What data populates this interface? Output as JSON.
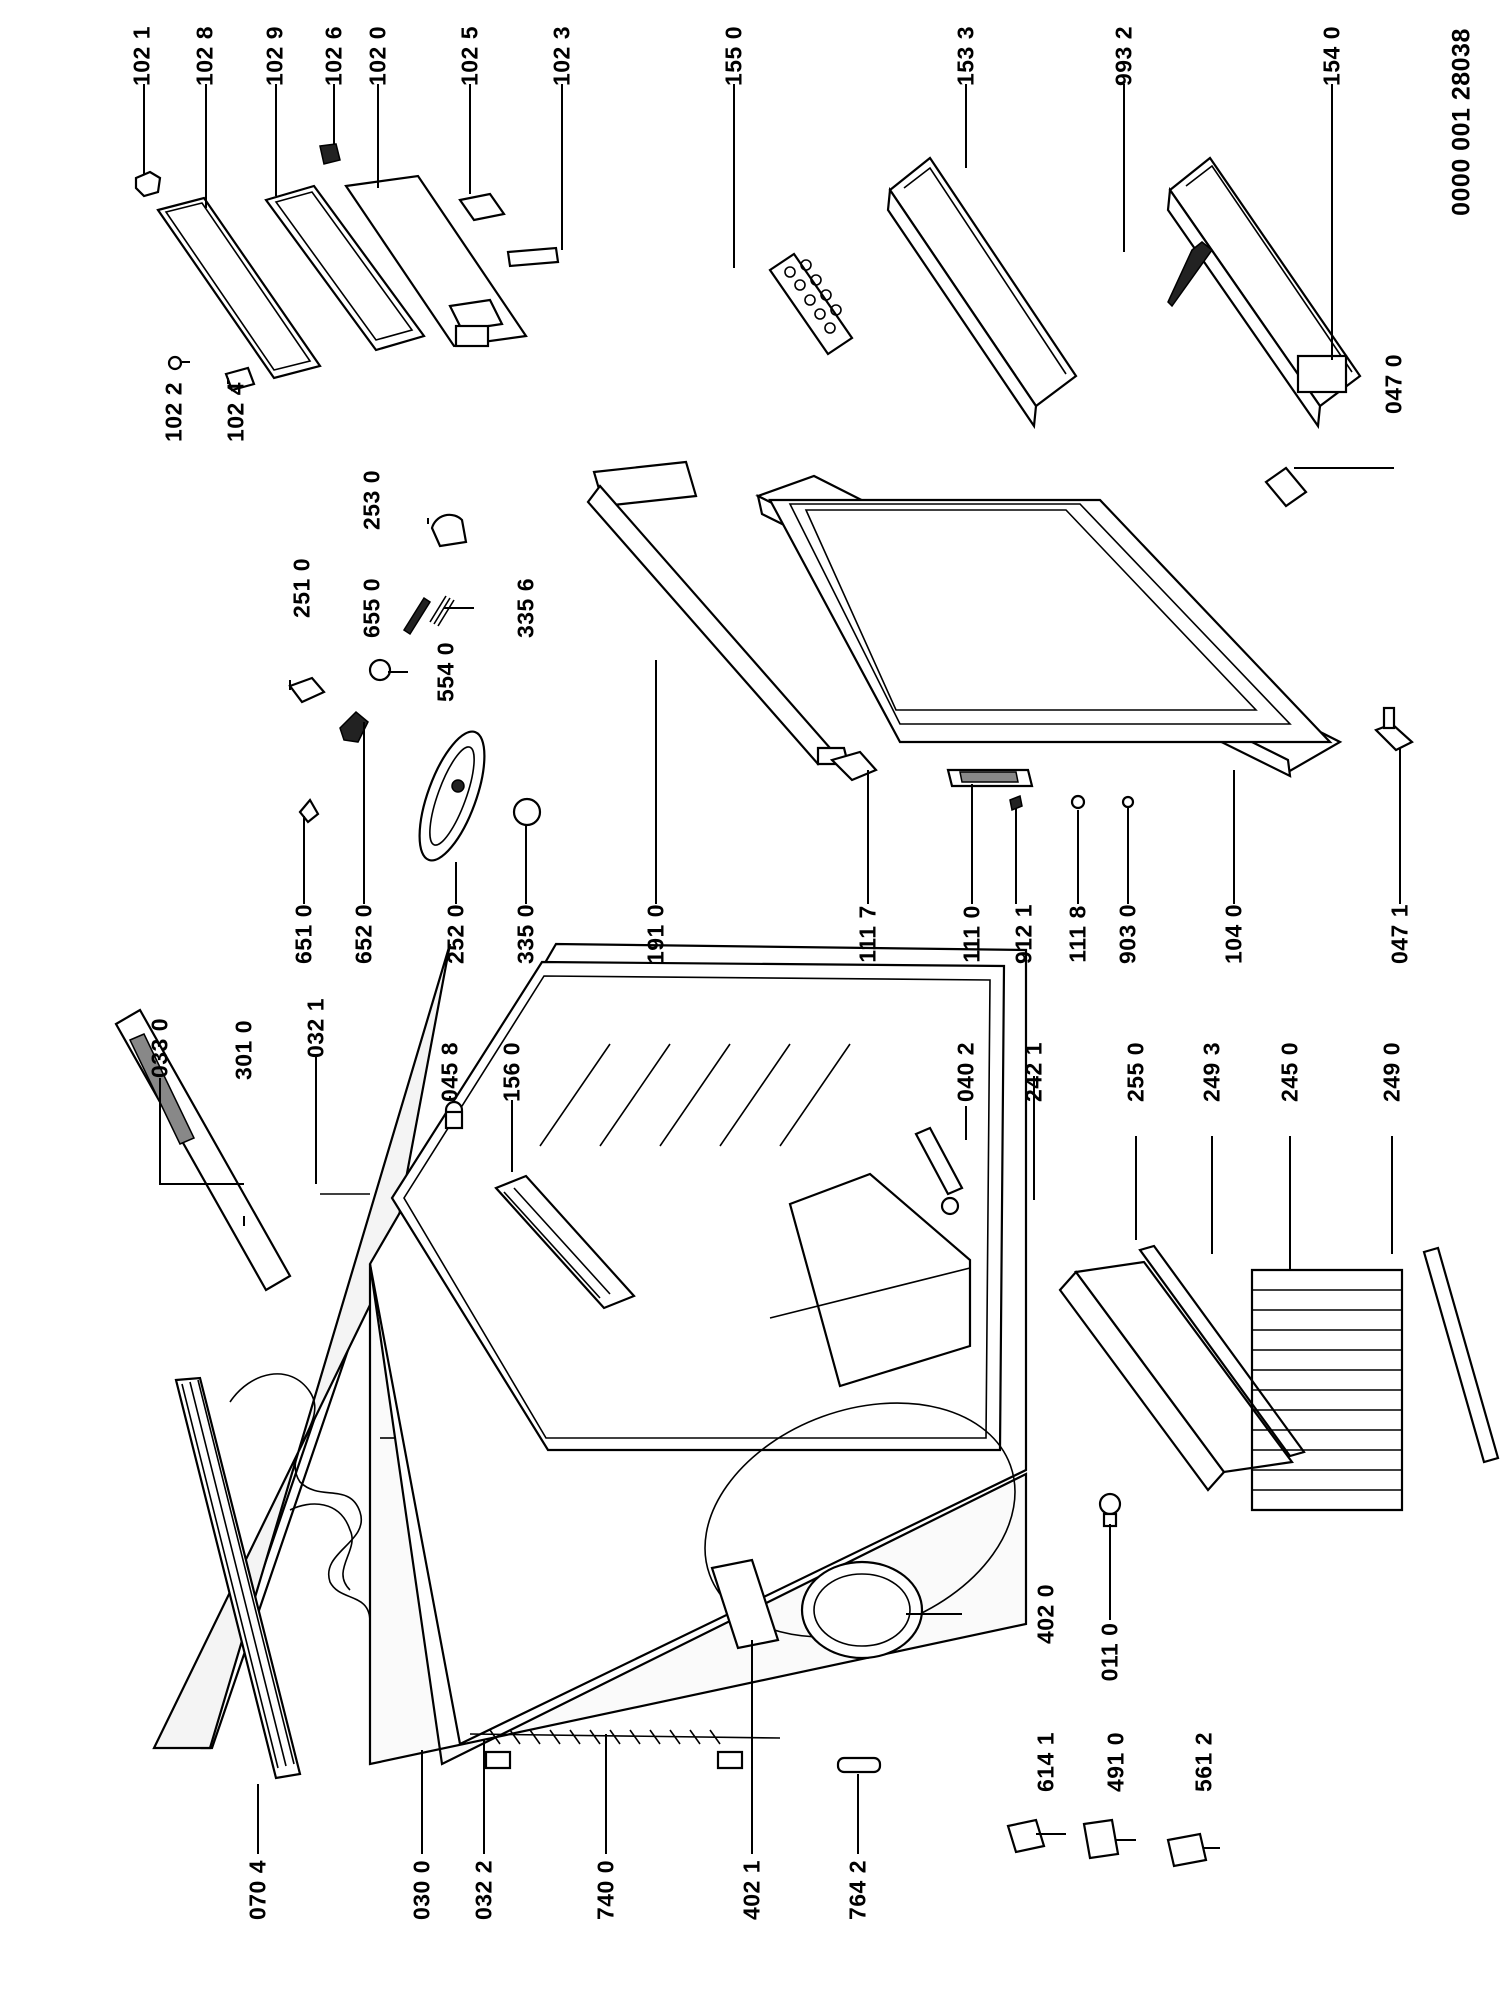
{
  "document_number": "0000 001 28038",
  "callouts": [
    {
      "id": "c1021",
      "text": "102 1"
    },
    {
      "id": "c1028",
      "text": "102 8"
    },
    {
      "id": "c1029",
      "text": "102 9"
    },
    {
      "id": "c1026",
      "text": "102 6"
    },
    {
      "id": "c1020",
      "text": "102 0"
    },
    {
      "id": "c1025",
      "text": "102 5"
    },
    {
      "id": "c1023",
      "text": "102 3"
    },
    {
      "id": "c1550",
      "text": "155 0"
    },
    {
      "id": "c1533",
      "text": "153 3"
    },
    {
      "id": "c9932",
      "text": "993 2"
    },
    {
      "id": "c1540",
      "text": "154 0"
    },
    {
      "id": "c1022",
      "text": "102 2"
    },
    {
      "id": "c1024",
      "text": "102 4"
    },
    {
      "id": "c0470",
      "text": "047 0"
    },
    {
      "id": "c2530",
      "text": "253 0"
    },
    {
      "id": "c2510",
      "text": "251 0"
    },
    {
      "id": "c6550",
      "text": "655 0"
    },
    {
      "id": "c3356",
      "text": "335 6"
    },
    {
      "id": "c5540",
      "text": "554 0"
    },
    {
      "id": "c6510",
      "text": "651 0"
    },
    {
      "id": "c6520",
      "text": "652 0"
    },
    {
      "id": "c2520",
      "text": "252 0"
    },
    {
      "id": "c3350",
      "text": "335 0"
    },
    {
      "id": "c1910",
      "text": "191 0"
    },
    {
      "id": "c1117",
      "text": "111 7"
    },
    {
      "id": "c1110",
      "text": "111 0"
    },
    {
      "id": "c9121",
      "text": "912 1"
    },
    {
      "id": "c1118",
      "text": "111 8"
    },
    {
      "id": "c9030",
      "text": "903 0"
    },
    {
      "id": "c1040",
      "text": "104 0"
    },
    {
      "id": "c0471",
      "text": "047 1"
    },
    {
      "id": "c0330",
      "text": "033 0"
    },
    {
      "id": "c3010",
      "text": "301 0"
    },
    {
      "id": "c0321",
      "text": "032 1"
    },
    {
      "id": "c0458",
      "text": "045 8"
    },
    {
      "id": "c1560",
      "text": "156 0"
    },
    {
      "id": "c0402",
      "text": "040 2"
    },
    {
      "id": "c2421",
      "text": "242 1"
    },
    {
      "id": "c2550",
      "text": "255 0"
    },
    {
      "id": "c2493",
      "text": "249 3"
    },
    {
      "id": "c2450",
      "text": "245 0"
    },
    {
      "id": "c2490",
      "text": "249 0"
    },
    {
      "id": "c0110",
      "text": "011 0"
    },
    {
      "id": "c4020",
      "text": "402 0"
    },
    {
      "id": "c0704",
      "text": "070 4"
    },
    {
      "id": "c0300",
      "text": "030 0"
    },
    {
      "id": "c0322",
      "text": "032 2"
    },
    {
      "id": "c7400",
      "text": "740 0"
    },
    {
      "id": "c4021",
      "text": "402 1"
    },
    {
      "id": "c7642",
      "text": "764 2"
    },
    {
      "id": "c6141",
      "text": "614 1"
    },
    {
      "id": "c4910",
      "text": "491 0"
    },
    {
      "id": "c5612",
      "text": "561 2"
    }
  ]
}
